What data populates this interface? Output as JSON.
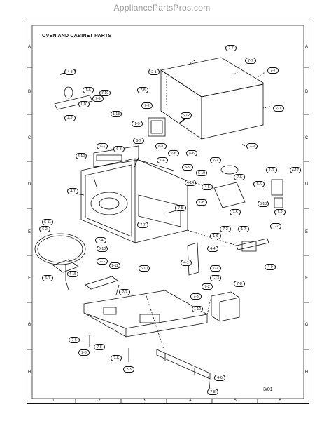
{
  "watermark": "AppliancePartsPros.com",
  "title": "OVEN AND CABINET PARTS",
  "revision": "3/01",
  "grid": {
    "rows": [
      "A",
      "B",
      "C",
      "D",
      "E",
      "F",
      "G",
      "H"
    ],
    "cols": [
      "1",
      "2",
      "3",
      "4",
      "5",
      "6"
    ]
  },
  "callouts": [
    {
      "id": "4-8"
    },
    {
      "id": "1-6"
    },
    {
      "id": "1-10"
    },
    {
      "id": "7-9"
    },
    {
      "id": "7-10"
    },
    {
      "id": "4-2"
    },
    {
      "id": "1-13"
    },
    {
      "id": "7-2"
    },
    {
      "id": "1-9"
    },
    {
      "id": "6-12"
    },
    {
      "id": "2-1"
    },
    {
      "id": "7-7"
    },
    {
      "id": "7-7"
    },
    {
      "id": "7-7"
    },
    {
      "id": "7-7"
    },
    {
      "id": "7-8"
    },
    {
      "id": "7-9"
    },
    {
      "id": "1-3"
    },
    {
      "id": "4-10"
    },
    {
      "id": "6-8"
    },
    {
      "id": "6-7"
    },
    {
      "id": "6-7"
    },
    {
      "id": "7-6"
    },
    {
      "id": "1-4"
    },
    {
      "id": "6-6"
    },
    {
      "id": "6-9"
    },
    {
      "id": "6-10"
    },
    {
      "id": "7-2"
    },
    {
      "id": "4-14"
    },
    {
      "id": "4-5"
    },
    {
      "id": "7-6"
    },
    {
      "id": "1-8"
    },
    {
      "id": "7-5"
    },
    {
      "id": "4-7"
    },
    {
      "id": "7-5"
    },
    {
      "id": "6-11"
    },
    {
      "id": "7-7"
    },
    {
      "id": "6-2"
    },
    {
      "id": "7-4"
    },
    {
      "id": "6-10"
    },
    {
      "id": "7-3"
    },
    {
      "id": "1-11"
    },
    {
      "id": "6-10"
    },
    {
      "id": "6-1"
    },
    {
      "id": "4-15"
    },
    {
      "id": "4-1"
    },
    {
      "id": "1-2"
    },
    {
      "id": "1-5"
    },
    {
      "id": "1-2"
    },
    {
      "id": "4-17"
    },
    {
      "id": "6-13"
    },
    {
      "id": "1-2"
    },
    {
      "id": "7-2"
    },
    {
      "id": "1-6"
    },
    {
      "id": "1-7"
    },
    {
      "id": "4-4"
    },
    {
      "id": "4-9"
    },
    {
      "id": "1-2"
    },
    {
      "id": "1-13"
    },
    {
      "id": "7-8"
    },
    {
      "id": "7-2"
    },
    {
      "id": "2-2"
    },
    {
      "id": "7-3"
    },
    {
      "id": "1-12"
    },
    {
      "id": "7-6"
    },
    {
      "id": "2-3"
    },
    {
      "id": "7-8"
    },
    {
      "id": "7-6"
    },
    {
      "id": "2-3"
    },
    {
      "id": "4-6"
    },
    {
      "id": "7-8"
    }
  ]
}
